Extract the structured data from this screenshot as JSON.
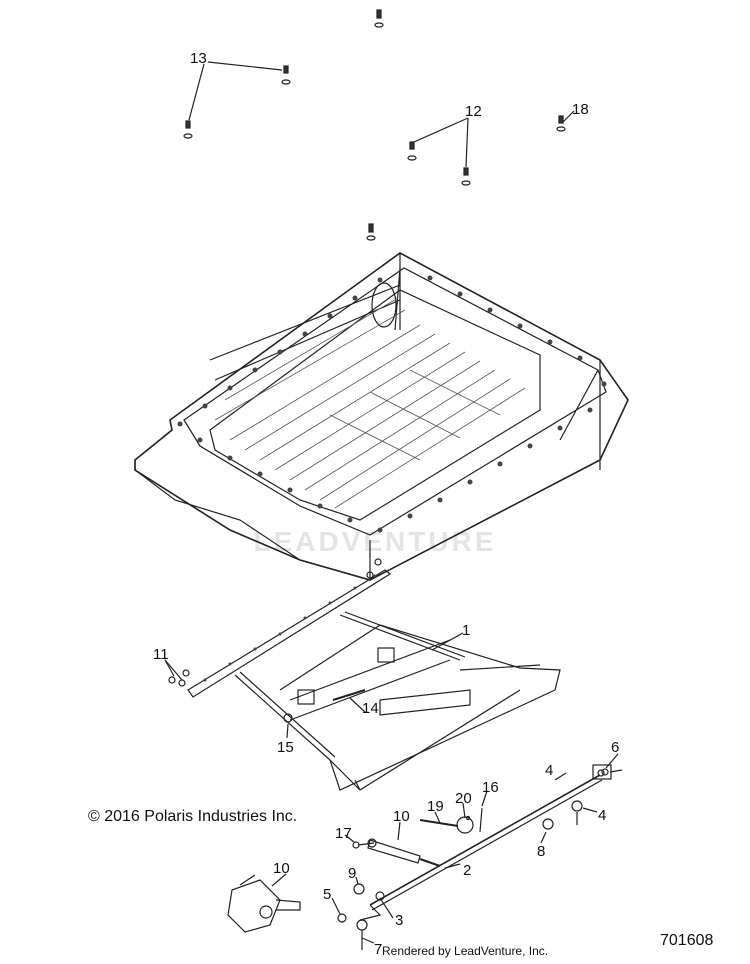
{
  "diagram": {
    "copyright": "© 2016 Polaris Industries Inc.",
    "rendered_by": "Rendered by LeadVenture, Inc.",
    "diagram_number": "701608",
    "watermark": "LEADVENTURE",
    "callouts": {
      "c13": "13",
      "c12": "12",
      "c18": "18",
      "c1": "1",
      "c11": "11",
      "c14": "14",
      "c15": "15",
      "c6": "6",
      "c4a": "4",
      "c4b": "4",
      "c16": "16",
      "c20": "20",
      "c19": "19",
      "c10a": "10",
      "c17": "17",
      "c8": "8",
      "c2": "2",
      "c9": "9",
      "c10b": "10",
      "c5": "5",
      "c3": "3",
      "c7": "7"
    }
  }
}
